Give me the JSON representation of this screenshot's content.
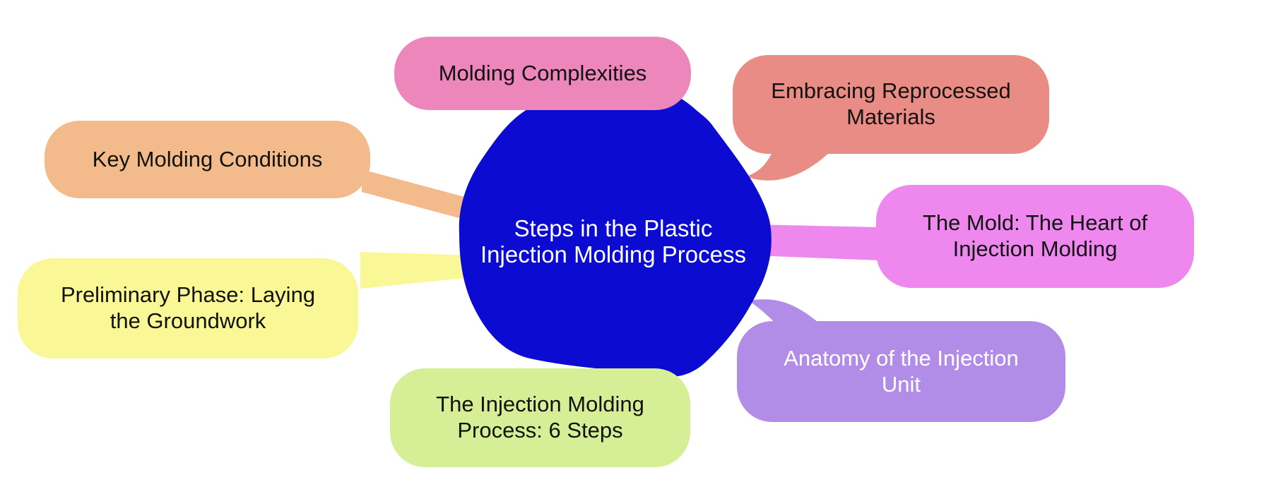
{
  "diagram": {
    "type": "mindmap",
    "background_color": "#FFFFFF"
  },
  "center": {
    "label": "Steps in the Plastic Injection Molding Process",
    "lines": [
      "Steps in the Plastic",
      "Injection Molding Process"
    ],
    "color": "#0B0BD2",
    "text_color": "#FFFFFF"
  },
  "nodes": [
    {
      "id": "molding-complexities",
      "label": "Molding Complexities",
      "lines": [
        "Molding Complexities"
      ],
      "color": "#EC86BB",
      "text_color": "#121212",
      "position": "top"
    },
    {
      "id": "embracing-reprocessed-materials",
      "label": "Embracing Reprocessed Materials",
      "lines": [
        "Embracing Reprocessed",
        "Materials"
      ],
      "color": "#E98C85",
      "text_color": "#121212",
      "position": "top-right"
    },
    {
      "id": "key-molding-conditions",
      "label": "Key Molding Conditions",
      "lines": [
        "Key Molding Conditions"
      ],
      "color": "#F3BB8B",
      "text_color": "#121212",
      "position": "upper-left"
    },
    {
      "id": "the-mold-heart-of-injection-molding",
      "label": "The Mold: The Heart of Injection Molding",
      "lines": [
        "The Mold: The Heart of",
        "Injection Molding"
      ],
      "color": "#EF88EE",
      "text_color": "#121212",
      "position": "right"
    },
    {
      "id": "preliminary-phase-laying-the-groundwork",
      "label": "Preliminary Phase: Laying the Groundwork",
      "lines": [
        "Preliminary Phase: Laying",
        "the Groundwork"
      ],
      "color": "#FAF896",
      "text_color": "#121212",
      "position": "lower-left"
    },
    {
      "id": "anatomy-of-the-injection-unit",
      "label": "Anatomy of the Injection Unit",
      "lines": [
        "Anatomy of the Injection",
        "Unit"
      ],
      "color": "#B28DE8",
      "text_color": "#FFFFFF",
      "position": "bottom-right"
    },
    {
      "id": "the-injection-molding-process-6-steps",
      "label": "The Injection Molding Process: 6 Steps",
      "lines": [
        "The Injection Molding",
        "Process: 6 Steps"
      ],
      "color": "#D6EE95",
      "text_color": "#121212",
      "position": "bottom"
    }
  ]
}
